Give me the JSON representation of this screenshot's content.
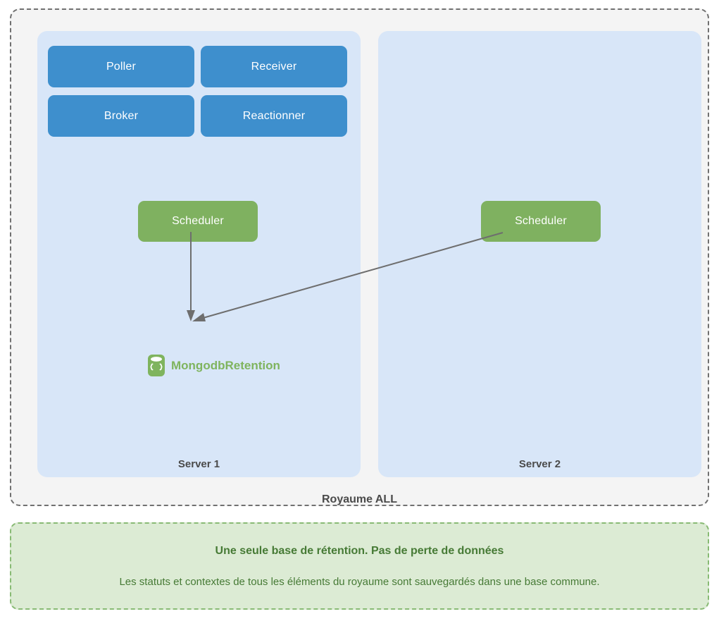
{
  "realm": {
    "label": "Royaume ALL",
    "servers": [
      {
        "name": "server-1",
        "label": "Server 1",
        "components": [
          {
            "id": "poller",
            "label": "Poller",
            "color": "#3e8fcd"
          },
          {
            "id": "receiver",
            "label": "Receiver",
            "color": "#3e8fcd"
          },
          {
            "id": "broker",
            "label": "Broker",
            "color": "#3e8fcd"
          },
          {
            "id": "reactionner",
            "label": "Reactionner",
            "color": "#3e8fcd"
          },
          {
            "id": "scheduler",
            "label": "Scheduler",
            "color": "#7fb160"
          }
        ],
        "database": {
          "icon": "database-icon",
          "label": "MongodbRetention",
          "color": "#7fb45e"
        }
      },
      {
        "name": "server-2",
        "label": "Server 2",
        "components": [
          {
            "id": "scheduler",
            "label": "Scheduler",
            "color": "#7fb160"
          }
        ]
      }
    ]
  },
  "connections": [
    {
      "from": "server-1-scheduler",
      "to": "mongodb-retention",
      "style": "arrow"
    },
    {
      "from": "server-2-scheduler",
      "to": "mongodb-retention",
      "style": "arrow"
    }
  ],
  "note": {
    "title": "Une seule base de rétention. Pas de perte de données",
    "text": "Les statuts et contextes de tous les éléments du royaume sont sauvegardés dans une base commune."
  },
  "colors": {
    "blue_component": "#3e8fcd",
    "green_component": "#7fb160",
    "panel_background": "#d8e6f8",
    "realm_background": "#f4f4f4",
    "realm_border": "#707070",
    "note_background": "#dcebd4",
    "note_border": "#88ba74",
    "note_text": "#467a35",
    "arrow": "#6e6e6e",
    "label_text": "#4a4a4a"
  }
}
